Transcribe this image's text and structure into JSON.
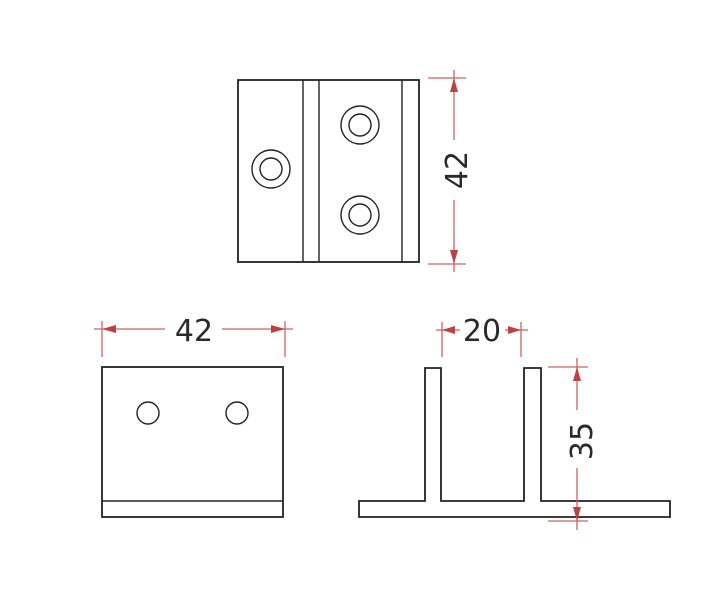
{
  "dimensions": {
    "top_view_height": "42",
    "front_view_width": "42",
    "side_view_width": "20",
    "side_view_height": "35"
  },
  "colors": {
    "outline": "#222222",
    "dimension_line": "#d06060",
    "dimension_arrow": "#c04040",
    "dimension_text": "#2a2a2a"
  }
}
